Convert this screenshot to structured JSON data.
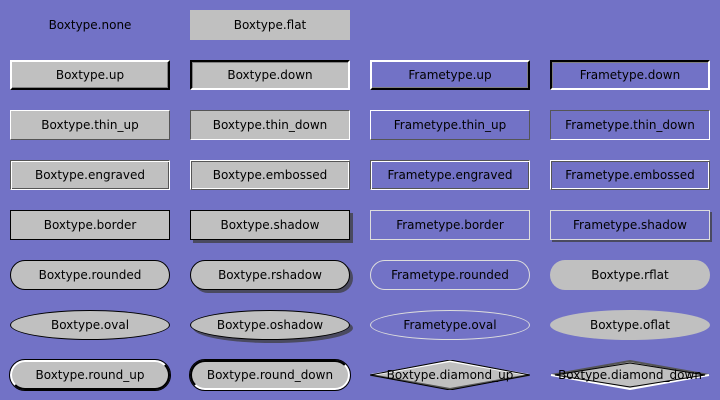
{
  "boxes": [
    "Boxtype.none",
    "Boxtype.flat",
    "Boxtype.up",
    "Boxtype.down",
    "Frametype.up",
    "Frametype.down",
    "Boxtype.thin_up",
    "Boxtype.thin_down",
    "Frametype.thin_up",
    "Frametype.thin_down",
    "Boxtype.engraved",
    "Boxtype.embossed",
    "Frametype.engraved",
    "Frametype.embossed",
    "Boxtype.border",
    "Boxtype.shadow",
    "Frametype.border",
    "Frametype.shadow",
    "Boxtype.rounded",
    "Boxtype.rshadow",
    "Frametype.rounded",
    "Boxtype.rflat",
    "Boxtype.oval",
    "Boxtype.oshadow",
    "Frametype.oval",
    "Boxtype.oflat",
    "Boxtype.round_up",
    "Boxtype.round_down",
    "Boxtype.diamond_up",
    "Boxtype.diamond_down"
  ],
  "colors": {
    "background": "#7272c6",
    "box": "#c0c0c0"
  }
}
